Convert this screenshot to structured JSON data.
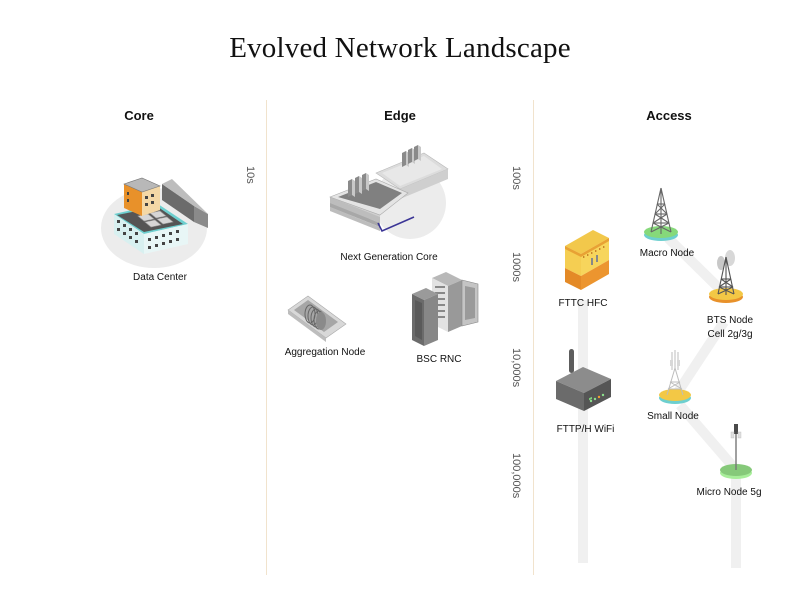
{
  "title": "Evolved Network Landscape",
  "columns": [
    {
      "label": "Core"
    },
    {
      "label": "Edge"
    },
    {
      "label": "Access"
    }
  ],
  "scale_labels": {
    "core": [
      "10s"
    ],
    "edge": [
      "100s",
      "1000s",
      "10,000s",
      "100,000s"
    ]
  },
  "nodes": {
    "data_center": "Data Center",
    "next_gen_core": "Next Generation Core",
    "aggregation_node": "Aggregation Node",
    "bsc_rnc": "BSC RNC",
    "fttc_hfc": "FTTC HFC",
    "fttp_wifi": "FTTP/H WiFi",
    "macro_node": "Macro Node",
    "bts_node_line1": "BTS Node",
    "bts_node_line2": "Cell 2g/3g",
    "small_node": "Small Node",
    "micro_node": "Micro Node 5g"
  },
  "colors": {
    "divider": "#f1e3cd",
    "pipe": "#f0f0f0",
    "halo": "#ececec",
    "teal": "#6dcfcf",
    "orange": "#e8912a",
    "yellow": "#f3c845",
    "green": "#86d97a",
    "gray_dark": "#6b6b6b",
    "purple": "#3b3596"
  }
}
